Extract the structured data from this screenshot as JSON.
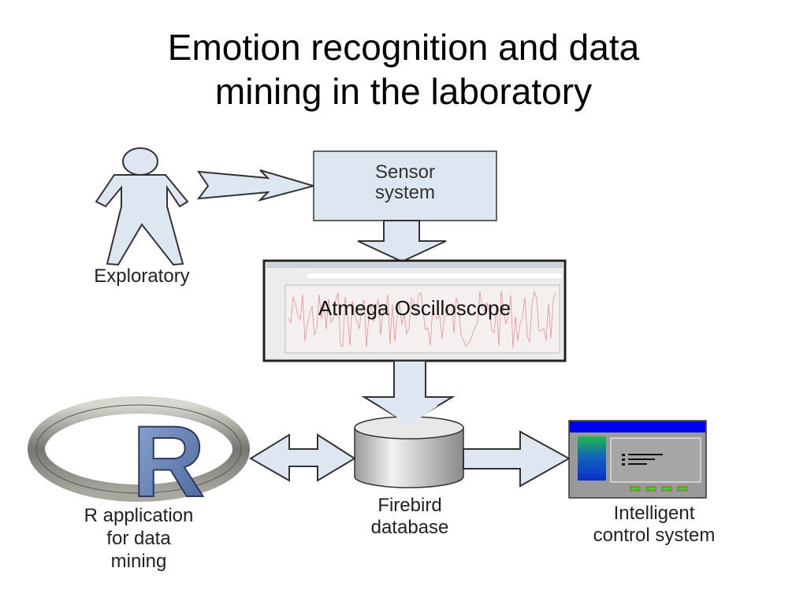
{
  "slide": {
    "title_line1": "Emotion recognition and data",
    "title_line2": "mining in the laboratory"
  },
  "nodes": {
    "exploratory": {
      "label": "Exploratory"
    },
    "sensor": {
      "line1": "Sensor",
      "line2": "system"
    },
    "oscilloscope": {
      "label": "Atmega Oscilloscope"
    },
    "r_app": {
      "line1": "R application",
      "line2": "for data",
      "line3": "mining",
      "logo_letter": "R"
    },
    "firebird": {
      "line1": "Firebird",
      "line2": "database"
    },
    "ics": {
      "line1": "Intelligent",
      "line2": "control system"
    }
  },
  "colors": {
    "shape_fill": "#dde6f1",
    "stroke": "#333333",
    "ics_titlebar": "#0000ee",
    "ics_led": "#22dd22",
    "scope_signal": "#e07a7a"
  }
}
